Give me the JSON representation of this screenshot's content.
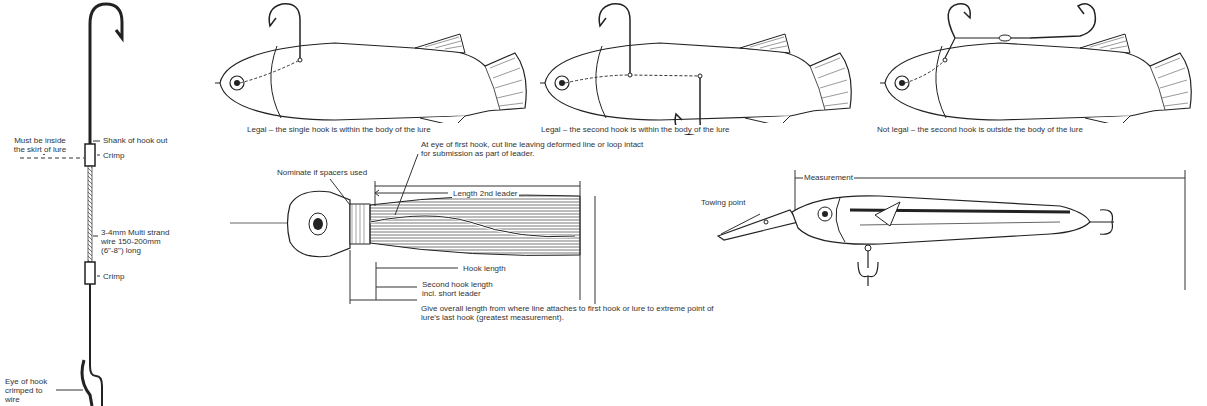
{
  "diagram": {
    "labels": [
      "Must be inside the skirt of lure",
      "Shank of hook out",
      "Crimp",
      "3-4mm Multi strand wire 150-200mm (6\"-8\") long",
      "Crimp",
      "Eye of hook crimped to wire",
      "Legal – the single hook is within the body of the lure",
      "Legal – the second hook is within the body of the lure",
      "Not legal – the second hook is outside the body of the lure",
      "At eye of first hook, cut line leaving deformed line or loop intact for submission as part of leader.",
      "Nominate if spacers used",
      "Length 2nd leader",
      "Hook length",
      "Second hook length incl. short leader",
      "Give overall length from where line attaches to first hook or lure to extreme point of lure's last hook (greatest measurement).",
      "Measurement",
      "Towing point"
    ]
  }
}
